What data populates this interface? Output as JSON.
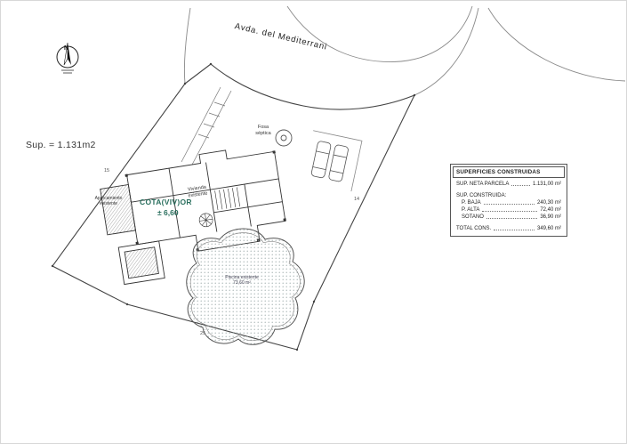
{
  "street": {
    "name": "Avda. del Mediterrani"
  },
  "notes": {
    "parcel_area": "Sup. = 1.131m2"
  },
  "compass": {
    "label": "N"
  },
  "plan_labels": {
    "fosa_line1": "Fosa",
    "fosa_line2": "séptica",
    "vivienda_line1": "Vivienda",
    "vivienda_line2": "existente",
    "aparcamiento_line1": "Aparcamiento",
    "aparcamiento_line2": "existente",
    "cota_line1": "COTA(VIV)OR",
    "cota_line2": "± 6,60",
    "piscina_line1": "Piscina existente",
    "piscina_line2": "73,60 m²"
  },
  "dims": [
    "15",
    "25",
    "14"
  ],
  "table": {
    "title": "SUPERFICIES CONSTRUIDAS",
    "rows": [
      {
        "label": "SUP. NETA PARCELA",
        "value": "1.131,00 m²"
      },
      {
        "label": "SUP. CONSTRUIDA:",
        "value": ""
      },
      {
        "label": "P. BAJA",
        "value": "240,30 m²"
      },
      {
        "label": "P. ALTA",
        "value": "72,40 m²"
      },
      {
        "label": "SOTANO",
        "value": "36,90 m²"
      },
      {
        "label": "TOTAL CONS.",
        "value": "349,60 m²"
      }
    ]
  },
  "colors": {
    "ink": "#333333",
    "cota_green": "#2a6f5e",
    "pool_dots": "#8fa0a0"
  }
}
